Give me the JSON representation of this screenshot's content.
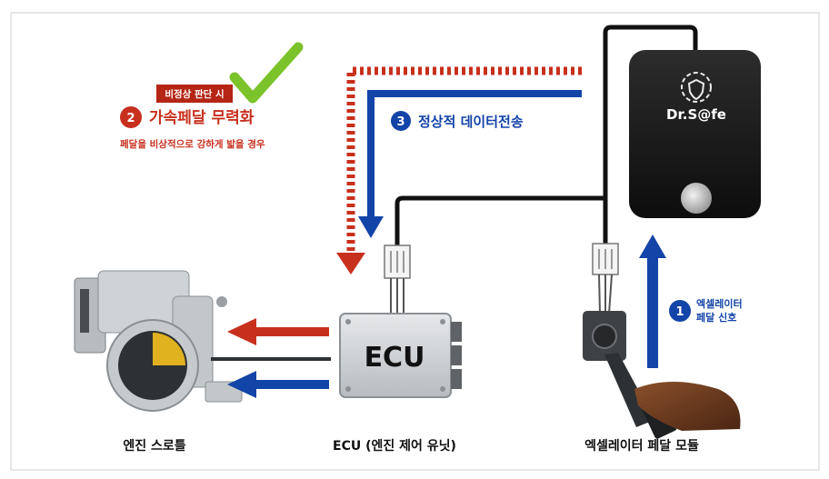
{
  "device": {
    "brand": "Dr.S@fe"
  },
  "ecu": {
    "label": "ECU"
  },
  "step1": {
    "num": "1",
    "line1": "엑셀레이터",
    "line2": "페달 신호"
  },
  "step2": {
    "badge": "비정상 판단 시",
    "num": "2",
    "title": "가속페달 무력화",
    "subtitle": "페달을 비상적으로 강하게 밟을 경우"
  },
  "step3": {
    "num": "3",
    "title": "정상적 데이터전송"
  },
  "captions": {
    "throttle": "엔진 스로틀",
    "ecu": "ECU (엔진 제어 유닛)",
    "pedal": "엑셀레이터 페달 모듈"
  },
  "colors": {
    "blue": "#1344a8",
    "red": "#c8301e",
    "green": "#7cc22b",
    "black": "#111111"
  }
}
